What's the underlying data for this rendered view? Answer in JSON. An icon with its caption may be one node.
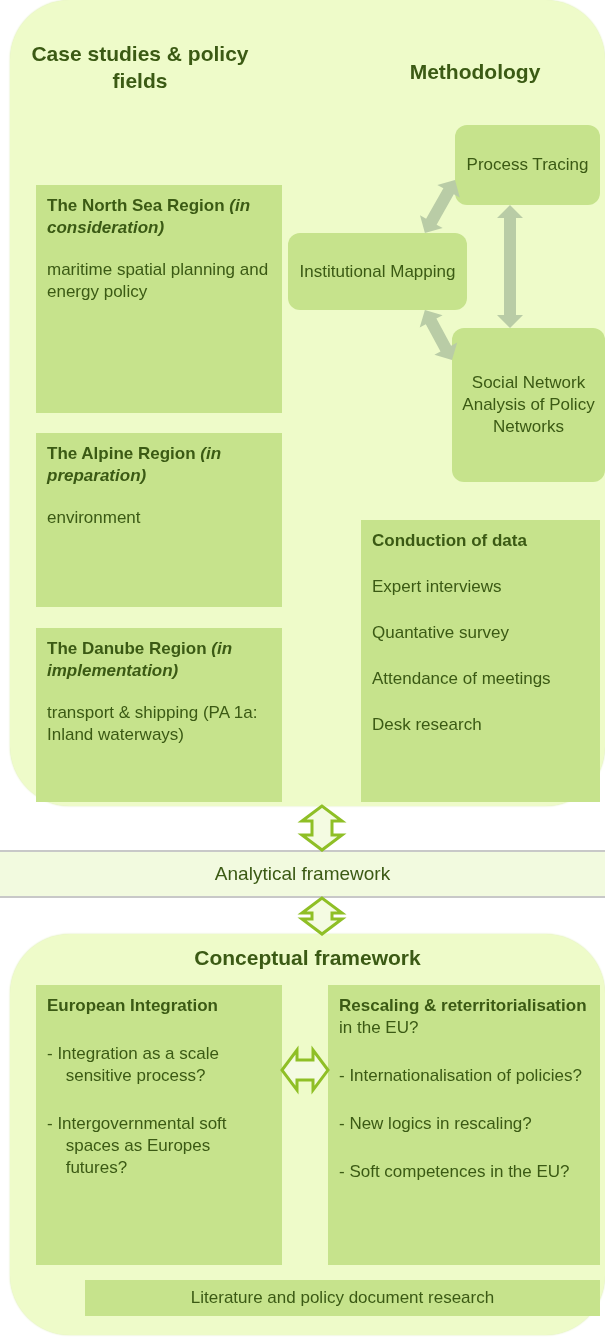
{
  "diagram": {
    "nodes": [
      {
        "text": [
          "Case studies & policy fields",
          "Methodology"
        ]
      },
      {
        "text": [
          "The North Sea Region *(in consideration)*",
          "maritime spatial planning and energy policy"
        ],
        "in": 0
      },
      {
        "text": [
          "The Alpine Region *(in preparation)*",
          "environment"
        ],
        "in": 0
      },
      {
        "text": [
          "The Danube Region *(in implementation)*",
          "transport & shipping (PA 1a: Inland waterways)"
        ],
        "in": 0
      },
      {
        "text": [
          "Process Tracing"
        ],
        "in": 0
      },
      {
        "text": [
          "Institutional Mapping"
        ],
        "in": 0
      },
      {
        "text": [
          "Social Network Analysis of Policy Networks"
        ],
        "in": 0
      },
      {
        "text": [
          "Conduction of data",
          "Expert interviews",
          "Quantative survey",
          "Attendance of meetings",
          "Desk research"
        ],
        "in": 0
      },
      {
        "text": [
          "Analytical framework"
        ]
      },
      {
        "text": [
          "Conceptual framework"
        ]
      },
      {
        "text": [
          "European Integration",
          "- Integration as a scale sensitive process?",
          "- Intergovernmental soft spaces as Europes futures?"
        ],
        "in": 9
      },
      {
        "text": [
          "**Rescaling & reterritorialisation** in the EU?",
          "- Internationalisation of policies?",
          "- New logics in rescaling?",
          "- Soft competences in the EU?"
        ],
        "in": 9
      },
      {
        "text": [
          "Literature and policy document research"
        ],
        "in": 9
      }
    ],
    "edges": [
      {
        "from": 5,
        "to": 4,
        "arrow": "both",
        "color": "#b9cca6"
      },
      {
        "from": 4,
        "to": 6,
        "arrow": "both",
        "color": "#b9cca6"
      },
      {
        "from": 5,
        "to": 6,
        "arrow": "both",
        "color": "#b9cca6"
      },
      {
        "from": 0,
        "to": 8,
        "arrow": "both"
      },
      {
        "from": 8,
        "to": 9,
        "arrow": "both"
      },
      {
        "from": 10,
        "to": 11,
        "arrow": "both"
      }
    ]
  }
}
